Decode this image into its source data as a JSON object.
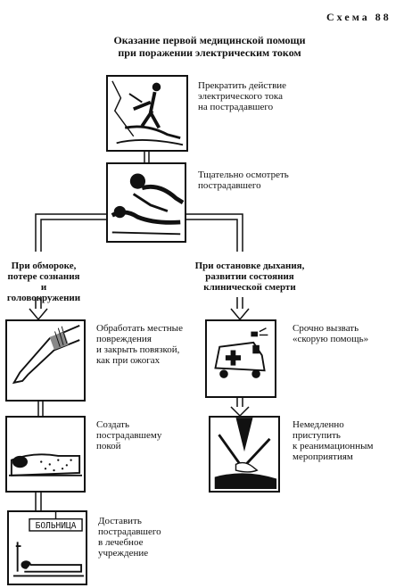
{
  "header": {
    "scheme_label": "Схема 88"
  },
  "title": "Оказание первой медицинской помощи\nпри поражении электрическим током",
  "steps": {
    "stop_current": "Прекратить действие\nэлектрического тока\nна пострадавшего",
    "examine": "Тщательно осмотреть\nпострадавшего",
    "treat_wounds": "Обработать местные\nповреждения\nи закрыть повязкой,\nкак при ожогах",
    "call_ambulance": "Срочно вызвать\n«скорую помощь»",
    "rest": "Создать\nпострадавшему\nпокой",
    "resuscitate": "Немедленно\nприступить\nк реанимационным\nмероприятиям",
    "deliver": "Доставить\nпострадавшего\nв лечебное\nучреждение"
  },
  "conditions": {
    "fainting": "При обмороке,\nпотере сознания\nи головокружении",
    "no_breathing": "При остановке дыхания,\nразвитии состояния\nклинической смерти"
  },
  "pictograms": {
    "hospital_sign": "БОЛЬНИЦА"
  }
}
